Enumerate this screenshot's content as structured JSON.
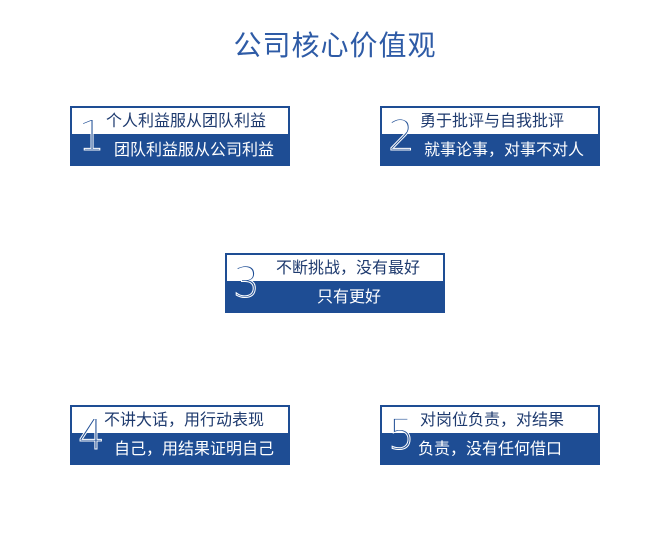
{
  "title": "公司核心价值观",
  "cards": [
    {
      "num": "1",
      "line1": "个人利益服从团队利益",
      "line2": "团队利益服从公司利益"
    },
    {
      "num": "2",
      "line1": "勇于批评与自我批评",
      "line2": "就事论事，对事不对人"
    },
    {
      "num": "3",
      "line1": "不断挑战，没有最好",
      "line2": "只有更好"
    },
    {
      "num": "4",
      "line1": "不讲大话，用行动表现",
      "line2": "自己，用结果证明自己"
    },
    {
      "num": "5",
      "line1": "对岗位负责，对结果",
      "line2": "负责，没有任何借口"
    }
  ],
  "colors": {
    "title": "#2e5ba6",
    "card_fill": "#1e4d94",
    "top_band": "#ffffff"
  }
}
